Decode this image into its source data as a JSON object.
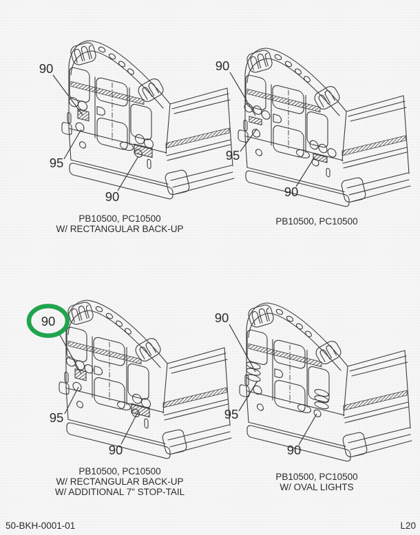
{
  "document": {
    "type": "parts-catalog-diagram",
    "background_color": "#f7f6f7",
    "line_color": "#3b3b3b",
    "text_color": "#2b2b2b",
    "highlight_color": "#21a44e",
    "footer": {
      "left": "50-BKH-0001-01",
      "right": "L20"
    }
  },
  "panels": [
    {
      "position": "top-left",
      "variant": "rectangular-backup-lights",
      "callouts": [
        {
          "label": "90",
          "highlighted": false
        },
        {
          "label": "95",
          "highlighted": false
        },
        {
          "label": "90",
          "highlighted": false
        }
      ],
      "caption_lines": [
        "PB10500, PC10500",
        "W/ RECTANGULAR BACK-UP"
      ]
    },
    {
      "position": "top-right",
      "variant": "standard-lights",
      "callouts": [
        {
          "label": "90",
          "highlighted": false
        },
        {
          "label": "95",
          "highlighted": false
        },
        {
          "label": "90",
          "highlighted": false
        }
      ],
      "caption_lines": [
        "PB10500, PC10500"
      ]
    },
    {
      "position": "bottom-left",
      "variant": "rectangular-backup-additional-7in-stop-tail",
      "callouts": [
        {
          "label": "90",
          "highlighted": true
        },
        {
          "label": "95",
          "highlighted": false
        },
        {
          "label": "90",
          "highlighted": false
        }
      ],
      "caption_lines": [
        "PB10500, PC10500",
        "W/ RECTANGULAR BACK-UP",
        "W/ ADDITIONAL 7\" STOP-TAIL"
      ]
    },
    {
      "position": "bottom-right",
      "variant": "oval-lights",
      "callouts": [
        {
          "label": "90",
          "highlighted": false
        },
        {
          "label": "95",
          "highlighted": false
        },
        {
          "label": "90",
          "highlighted": false
        }
      ],
      "caption_lines": [
        "PB10500, PC10500",
        "W/ OVAL LIGHTS"
      ]
    }
  ]
}
